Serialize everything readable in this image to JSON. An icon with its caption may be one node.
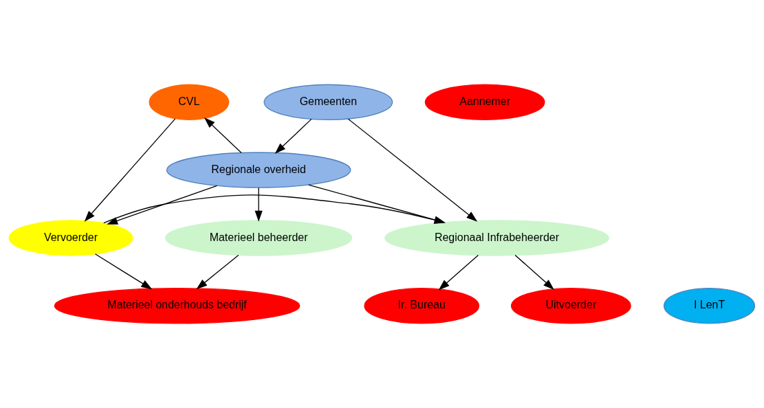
{
  "diagram": {
    "nodes": [
      {
        "text": [
          "Gemeenten"
        ]
      },
      {
        "text": [
          "Regionale overheid"
        ]
      },
      {
        "text": [
          "CVL"
        ]
      },
      {
        "text": [
          "Regionaal Infrabeheerder"
        ]
      },
      {
        "text": [
          "Vervoerder"
        ]
      },
      {
        "text": [
          "Materieel beheerder"
        ]
      },
      {
        "text": [
          "Uitvoerder"
        ]
      },
      {
        "text": [
          "Ir. Bureau"
        ]
      },
      {
        "text": [
          "Materieel onderhouds bedrijf"
        ]
      },
      {
        "text": [
          "I LenT"
        ]
      },
      {
        "text": [
          "Aannemer"
        ]
      }
    ],
    "edges": [
      {
        "from": 0,
        "to": 1,
        "arrow": "to"
      },
      {
        "from": 0,
        "to": 3,
        "arrow": "to"
      },
      {
        "from": 1,
        "to": 3,
        "arrow": "to"
      },
      {
        "from": 1,
        "to": 2,
        "arrow": "to"
      },
      {
        "from": 1,
        "to": 5,
        "arrow": "to"
      },
      {
        "from": 1,
        "to": 4,
        "arrow": "to"
      },
      {
        "from": 2,
        "to": 4,
        "arrow": "to"
      },
      {
        "from": 4,
        "to": 3,
        "arrow": "to"
      },
      {
        "from": 3,
        "to": 6,
        "arrow": "to"
      },
      {
        "from": 3,
        "to": 7,
        "arrow": "to"
      },
      {
        "from": 5,
        "to": 8,
        "arrow": "to"
      },
      {
        "from": 4,
        "to": 8,
        "arrow": "to"
      }
    ]
  }
}
